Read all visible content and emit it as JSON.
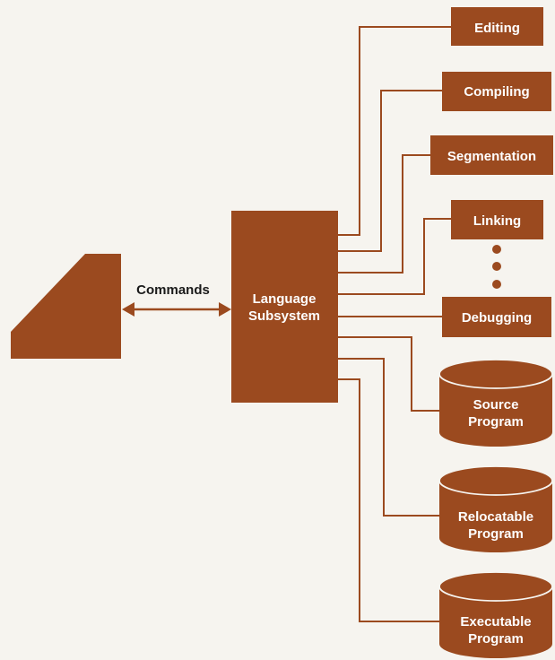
{
  "colors": {
    "fill": "#9b4a1f",
    "line": "#9b4a1f",
    "text_on_fill": "#ffffff",
    "text": "#1a1a1a",
    "background": "#f6f4ef"
  },
  "terminal": {
    "icon": "terminal-icon"
  },
  "commands": {
    "label": "Commands"
  },
  "language_subsystem": {
    "line1": "Language",
    "line2": "Subsystem"
  },
  "functions": [
    {
      "label": "Editing"
    },
    {
      "label": "Compiling"
    },
    {
      "label": "Segmentation"
    },
    {
      "label": "Linking"
    },
    {
      "label": "Debugging"
    }
  ],
  "ellipsis": {
    "icon": "vertical-ellipsis-icon"
  },
  "files": [
    {
      "line1": "Source",
      "line2": "Program"
    },
    {
      "line1": "Relocatable",
      "line2": "Program"
    },
    {
      "line1": "Executable",
      "line2": "Program"
    }
  ]
}
